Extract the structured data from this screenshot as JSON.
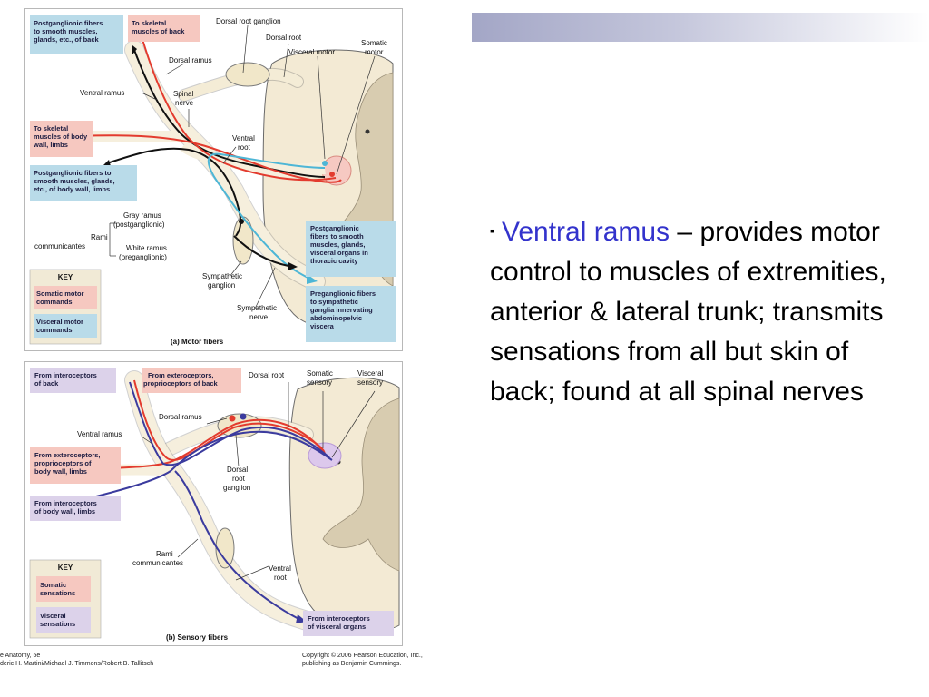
{
  "slide": {
    "bullet_symbol": "▪",
    "term": "Ventral ramus",
    "dash": " –",
    "body": "provides motor control to muscles of extremities, anterior & lateral trunk; transmits sensations from all but skin of back; found at all spinal nerves",
    "colors": {
      "term": "#3333cc",
      "header_bar": "#a3a6c6"
    }
  },
  "figure_a": {
    "caption": "(a)  Motor fibers",
    "labels": {
      "dorsal_root_ganglion": "Dorsal root ganglion",
      "dorsal_root": "Dorsal root",
      "visceral_motor": "Visceral motor",
      "somatic_motor": [
        "Somatic",
        "motor"
      ],
      "dorsal_ramus": "Dorsal ramus",
      "ventral_ramus": "Ventral ramus",
      "spinal_nerve": [
        "Spinal",
        "nerve"
      ],
      "ventral_root": [
        "Ventral",
        "root"
      ],
      "gray_ramus": [
        "Gray ramus",
        "(postganglionic)"
      ],
      "rami_communicantes": [
        "Rami",
        "communicantes"
      ],
      "white_ramus": [
        "White ramus",
        "(preganglionic)"
      ],
      "sympathetic_ganglion": [
        "Sympathetic",
        "ganglion"
      ],
      "sympathetic_nerve": [
        "Sympathetic",
        "nerve"
      ]
    },
    "boxes": {
      "postganglionic_back": [
        "Postganglionic fibers",
        "to smooth muscles,",
        "glands, etc., of back"
      ],
      "skeletal_back": [
        "To skeletal",
        "muscles of back"
      ],
      "skeletal_body_wall": [
        "To skeletal",
        "muscles of body",
        "wall, limbs"
      ],
      "postganglionic_body_wall": [
        "Postganglionic fibers to",
        "smooth muscles, glands,",
        "etc., of body wall, limbs"
      ],
      "postganglionic_thoracic": [
        "Postganglionic",
        "fibers to smooth",
        "muscles, glands,",
        "visceral organs in",
        "thoracic cavity"
      ],
      "preganglionic_abdominopelvic": [
        "Preganglionic fibers",
        "to sympathetic",
        "ganglia innervating",
        "abdominopelvic",
        "viscera"
      ]
    },
    "key": {
      "title": "KEY",
      "somatic": [
        "Somatic motor",
        "commands"
      ],
      "visceral": [
        "Visceral motor",
        "commands"
      ]
    }
  },
  "figure_b": {
    "caption": "(b)  Sensory fibers",
    "labels": {
      "dorsal_root": "Dorsal root",
      "somatic_sensory": [
        "Somatic",
        "sensory"
      ],
      "visceral_sensory": [
        "Visceral",
        "sensory"
      ],
      "dorsal_ramus": "Dorsal ramus",
      "ventral_ramus": "Ventral ramus",
      "dorsal_root_ganglion": [
        "Dorsal",
        "root",
        "ganglion"
      ],
      "rami_communicantes": [
        "Rami",
        "communicantes"
      ],
      "ventral_root": [
        "Ventral",
        "root"
      ]
    },
    "boxes": {
      "interoceptors_back": [
        "From interoceptors",
        "of back"
      ],
      "exteroceptors_back": [
        "From exteroceptors,",
        "proprioceptors of back"
      ],
      "exteroceptors_body_wall": [
        "From exteroceptors,",
        "proprioceptors of",
        "body wall, limbs"
      ],
      "interoceptors_body_wall": [
        "From interoceptors",
        "of body wall, limbs"
      ],
      "interoceptors_visceral": [
        "From interoceptors",
        "of visceral organs"
      ]
    },
    "key": {
      "title": "KEY",
      "somatic": [
        "Somatic",
        "sensations"
      ],
      "visceral": [
        "Visceral",
        "sensations"
      ]
    }
  },
  "credits": {
    "left": "e Anatomy, 5e\nderic H. Martini/Michael J. Timmons/Robert B. Tallitsch",
    "right": "Copyright © 2006 Pearson Education, Inc.,\npublishing as Benjamin Cummings."
  }
}
